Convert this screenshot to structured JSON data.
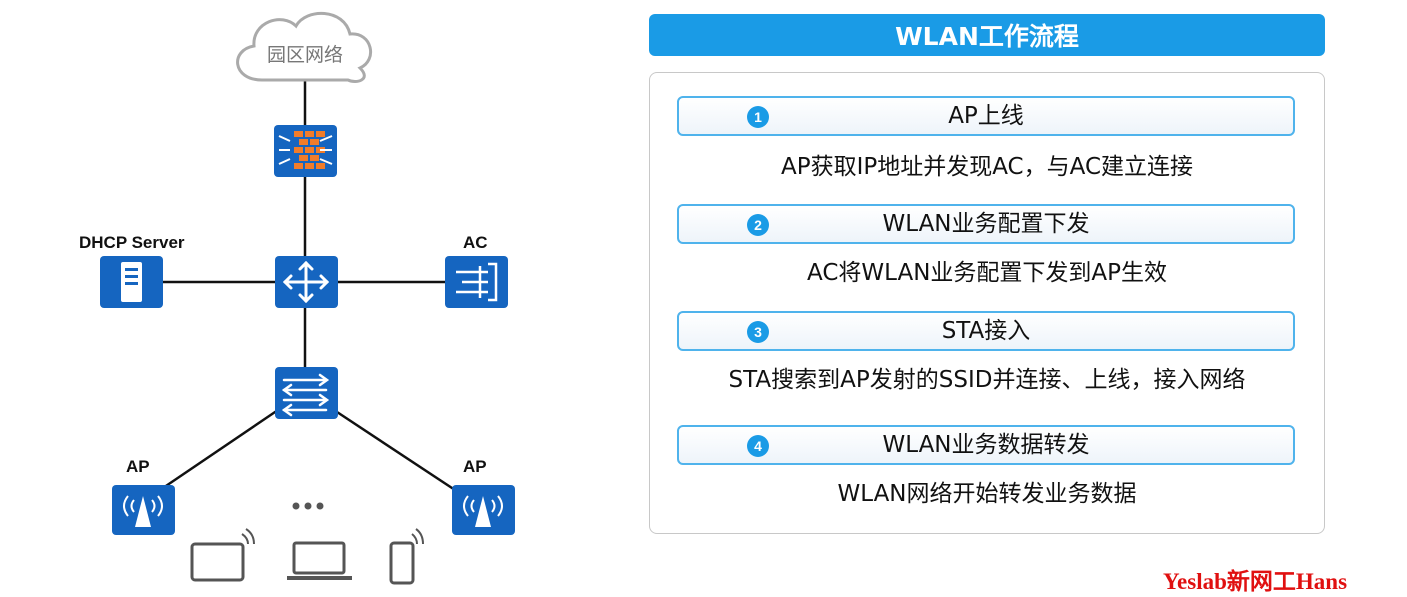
{
  "diagram": {
    "cloud_label": "园区网络",
    "dhcp_label": "DHCP Server",
    "ac_label": "AC",
    "ap_left_label": "AP",
    "ap_right_label": "AP",
    "ellipsis": "..."
  },
  "panel": {
    "title": "WLAN工作流程",
    "steps": [
      {
        "num": "1",
        "title": "AP上线",
        "desc": "AP获取IP地址并发现AC，与AC建立连接"
      },
      {
        "num": "2",
        "title": "WLAN业务配置下发",
        "desc": "AC将WLAN业务配置下发到AP生效"
      },
      {
        "num": "3",
        "title": "STA接入",
        "desc": "STA搜索到AP发射的SSID并连接、上线，接入网络"
      },
      {
        "num": "4",
        "title": "WLAN业务数据转发",
        "desc": "WLAN网络开始转发业务数据"
      }
    ]
  },
  "watermark": "Yeslab新网工Hans",
  "colors": {
    "accent": "#1a9be6",
    "device_blue": "#1565c0",
    "firewall_orange": "#f07c2a",
    "watermark_red": "#e01010"
  }
}
